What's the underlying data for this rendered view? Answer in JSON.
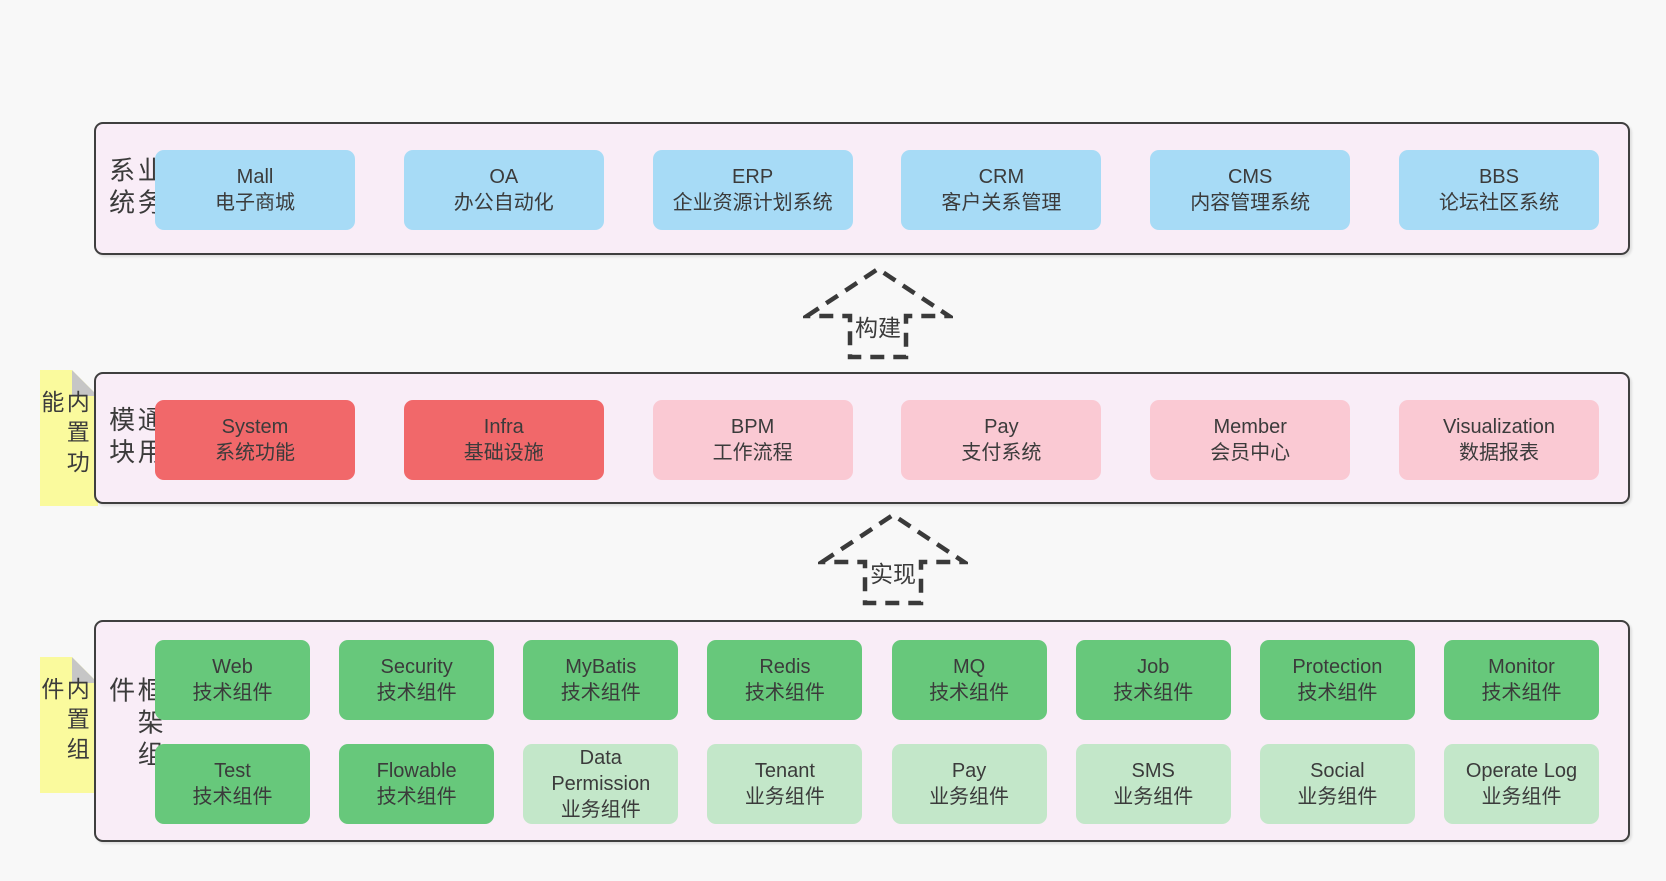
{
  "colors": {
    "page_background": "#f8f8f8",
    "panel_background": "#f9edf7",
    "panel_border": "#3f3f3f",
    "box_blue": "#a7dbf6",
    "box_red": "#f1686a",
    "box_pink": "#fac9d3",
    "box_green": "#67c87b",
    "box_light_green": "#c3e7c9",
    "tab_yellow": "#fafa9d",
    "tab_fold_gray": "#c6c6c6",
    "text_ink": "#3b3b3b",
    "arrow_dash": "#3a3a3a"
  },
  "arrows": [
    {
      "label": "构建"
    },
    {
      "label": "实现"
    }
  ],
  "panels": [
    {
      "side_label": "业务系统",
      "boxes": [
        {
          "title": "Mall",
          "subtitle": "电子商城",
          "color": "blue"
        },
        {
          "title": "OA",
          "subtitle": "办公自动化",
          "color": "blue"
        },
        {
          "title": "ERP",
          "subtitle": "企业资源计划系统",
          "color": "blue"
        },
        {
          "title": "CRM",
          "subtitle": "客户关系管理",
          "color": "blue"
        },
        {
          "title": "CMS",
          "subtitle": "内容管理系统",
          "color": "blue"
        },
        {
          "title": "BBS",
          "subtitle": "论坛社区系统",
          "color": "blue"
        }
      ]
    },
    {
      "side_label": "通用模块",
      "tab_label": "内置功能",
      "boxes": [
        {
          "title": "System",
          "subtitle": "系统功能",
          "color": "red"
        },
        {
          "title": "Infra",
          "subtitle": "基础设施",
          "color": "red"
        },
        {
          "title": "BPM",
          "subtitle": "工作流程",
          "color": "pink"
        },
        {
          "title": "Pay",
          "subtitle": "支付系统",
          "color": "pink"
        },
        {
          "title": "Member",
          "subtitle": "会员中心",
          "color": "pink"
        },
        {
          "title": "Visualization",
          "subtitle": "数据报表",
          "color": "pink"
        }
      ]
    },
    {
      "side_label": "框架组件",
      "tab_label": "内置组件",
      "rows": [
        [
          {
            "title": "Web",
            "subtitle": "技术组件",
            "color": "green"
          },
          {
            "title": "Security",
            "subtitle": "技术组件",
            "color": "green"
          },
          {
            "title": "MyBatis",
            "subtitle": "技术组件",
            "color": "green"
          },
          {
            "title": "Redis",
            "subtitle": "技术组件",
            "color": "green"
          },
          {
            "title": "MQ",
            "subtitle": "技术组件",
            "color": "green"
          },
          {
            "title": "Job",
            "subtitle": "技术组件",
            "color": "green"
          },
          {
            "title": "Protection",
            "subtitle": "技术组件",
            "color": "green"
          },
          {
            "title": "Monitor",
            "subtitle": "技术组件",
            "color": "green"
          }
        ],
        [
          {
            "title": "Test",
            "subtitle": "技术组件",
            "color": "green"
          },
          {
            "title": "Flowable",
            "subtitle": "技术组件",
            "color": "green"
          },
          {
            "title": "Data Permission",
            "subtitle": "业务组件",
            "color": "lgreen"
          },
          {
            "title": "Tenant",
            "subtitle": "业务组件",
            "color": "lgreen"
          },
          {
            "title": "Pay",
            "subtitle": "业务组件",
            "color": "lgreen"
          },
          {
            "title": "SMS",
            "subtitle": "业务组件",
            "color": "lgreen"
          },
          {
            "title": "Social",
            "subtitle": "业务组件",
            "color": "lgreen"
          },
          {
            "title": "Operate Log",
            "subtitle": "业务组件",
            "color": "lgreen"
          }
        ]
      ]
    }
  ]
}
